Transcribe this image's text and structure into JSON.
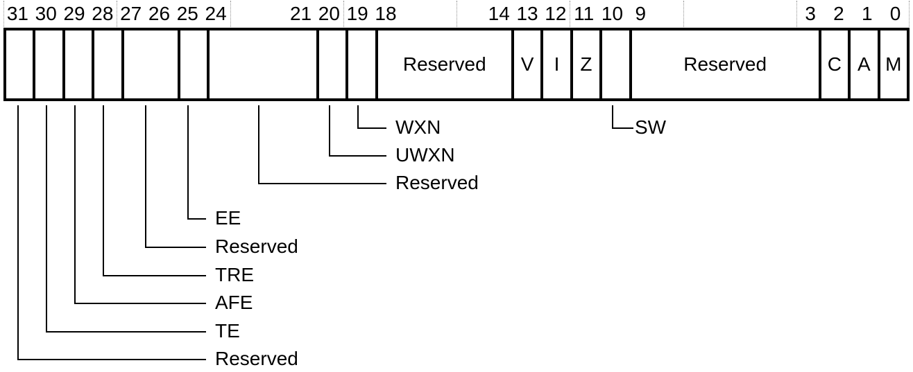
{
  "diagram": {
    "type": "register-bitfield",
    "background": "#ffffff",
    "line_color": "#000000",
    "nibble_guide_color": "#909090"
  },
  "bit_numbers": [
    "31",
    "30",
    "29",
    "28",
    "27",
    "26",
    "25",
    "24",
    "",
    "",
    "21",
    "20",
    "19",
    "18",
    "",
    "",
    "",
    "14",
    "13",
    "12",
    "11",
    "10",
    "9",
    "",
    "",
    "",
    "",
    "",
    "3",
    "2",
    "1",
    "0"
  ],
  "cells": [
    {
      "bits": "31",
      "span": 1,
      "label": ""
    },
    {
      "bits": "30",
      "span": 1,
      "label": ""
    },
    {
      "bits": "29",
      "span": 1,
      "label": ""
    },
    {
      "bits": "28",
      "span": 1,
      "label": ""
    },
    {
      "bits": "27:26",
      "span": 2,
      "label": ""
    },
    {
      "bits": "25",
      "span": 1,
      "label": ""
    },
    {
      "bits": "24:21",
      "span": 4,
      "label": ""
    },
    {
      "bits": "20",
      "span": 1,
      "label": ""
    },
    {
      "bits": "19",
      "span": 1,
      "label": ""
    },
    {
      "bits": "18:14",
      "span": 5,
      "label": "Reserved"
    },
    {
      "bits": "13",
      "span": 1,
      "label": "V"
    },
    {
      "bits": "12",
      "span": 1,
      "label": "I"
    },
    {
      "bits": "11",
      "span": 1,
      "label": "Z"
    },
    {
      "bits": "10",
      "span": 1,
      "label": ""
    },
    {
      "bits": "9:3",
      "span": 7,
      "label": "Reserved"
    },
    {
      "bits": "2",
      "span": 1,
      "label": "C"
    },
    {
      "bits": "1",
      "span": 1,
      "label": "A"
    },
    {
      "bits": "0",
      "span": 1,
      "label": "M"
    }
  ],
  "callouts": [
    {
      "bits": "19",
      "label": "WXN"
    },
    {
      "bits": "20",
      "label": "UWXN"
    },
    {
      "bits": "24:21",
      "label": "Reserved"
    },
    {
      "bits": "25",
      "label": "EE"
    },
    {
      "bits": "27:26",
      "label": "Reserved"
    },
    {
      "bits": "28",
      "label": "TRE"
    },
    {
      "bits": "29",
      "label": "AFE"
    },
    {
      "bits": "30",
      "label": "TE"
    },
    {
      "bits": "31",
      "label": "Reserved"
    },
    {
      "bits": "10",
      "label": "SW"
    }
  ]
}
